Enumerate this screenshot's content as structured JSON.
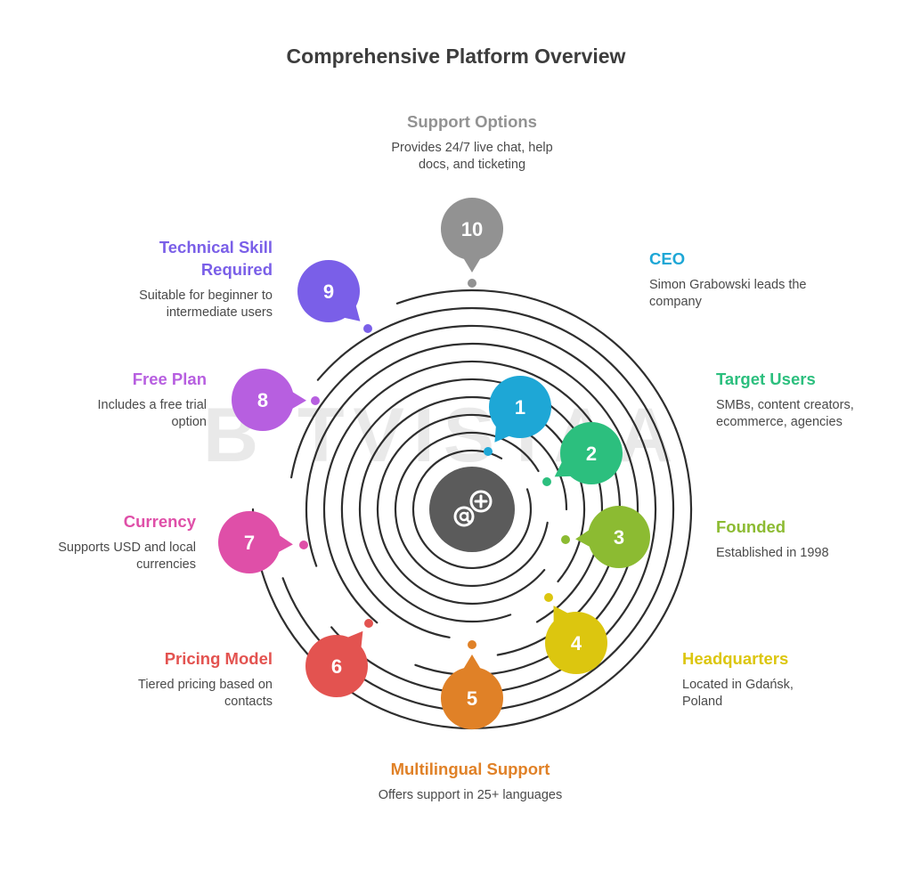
{
  "title": "Comprehensive Platform Overview",
  "watermark": "B  TVISTAA",
  "center_icon": "at-plus-icon",
  "items": [
    {
      "number": "1",
      "heading": "CEO",
      "description": "Simon Grabowski leads the company",
      "color": "#1ea7d6"
    },
    {
      "number": "2",
      "heading": "Target Users",
      "description": "SMBs, content creators, ecommerce, agencies",
      "color": "#2cbf7e"
    },
    {
      "number": "3",
      "heading": "Founded",
      "description": "Established in 1998",
      "color": "#8cbb32"
    },
    {
      "number": "4",
      "heading": "Headquarters",
      "description": "Located in Gdańsk, Poland",
      "color": "#dcc60f"
    },
    {
      "number": "5",
      "heading": "Multilingual Support",
      "description": "Offers support in 25+ languages",
      "color": "#e08127"
    },
    {
      "number": "6",
      "heading": "Pricing Model",
      "description": "Tiered pricing based on contacts",
      "color": "#e35350"
    },
    {
      "number": "7",
      "heading": "Currency",
      "description": "Supports USD and local currencies",
      "color": "#df4fa8"
    },
    {
      "number": "8",
      "heading": "Free Plan",
      "description": "Includes a free trial option",
      "color": "#b75fe0"
    },
    {
      "number": "9",
      "heading": "Technical Skill Required",
      "description": "Suitable for beginner to intermediate users",
      "color": "#7a5fe8"
    },
    {
      "number": "10",
      "heading": "Support Options",
      "description": "Provides 24/7 live chat, help docs, and ticketing",
      "color": "#929292"
    }
  ]
}
